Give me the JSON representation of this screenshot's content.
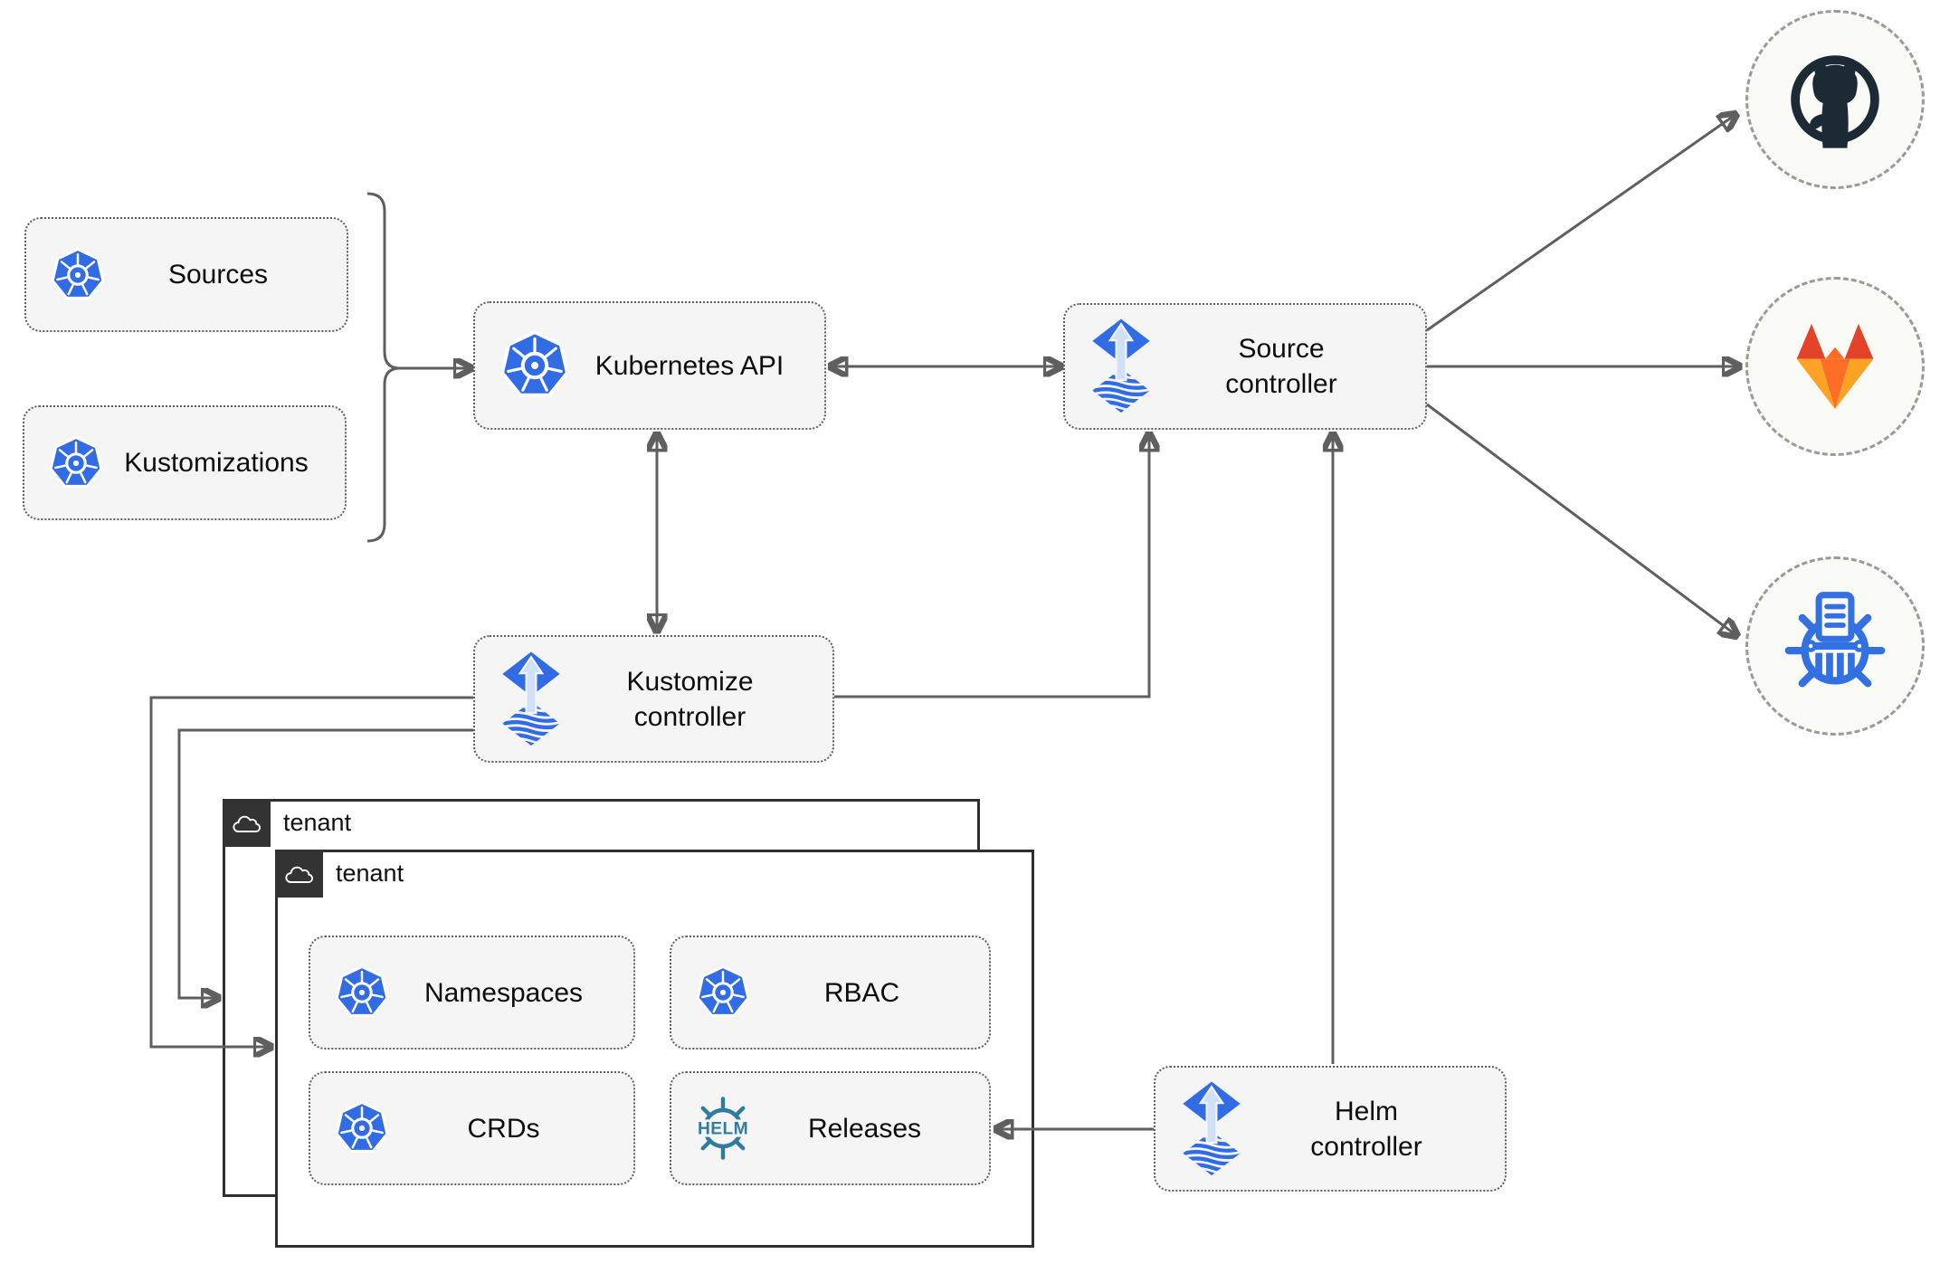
{
  "nodes": {
    "sources": {
      "label": "Sources",
      "icon": "kubernetes"
    },
    "kustomizations": {
      "label": "Kustomizations",
      "icon": "kubernetes"
    },
    "kubernetes_api": {
      "label": "Kubernetes API",
      "icon": "kubernetes"
    },
    "source_controller": {
      "label": "Source\ncontroller",
      "icon": "flux"
    },
    "kustomize_controller": {
      "label": "Kustomize\ncontroller",
      "icon": "flux"
    },
    "helm_controller": {
      "label": "Helm\ncontroller",
      "icon": "flux"
    },
    "namespaces": {
      "label": "Namespaces",
      "icon": "kubernetes"
    },
    "rbac": {
      "label": "RBAC",
      "icon": "kubernetes"
    },
    "crds": {
      "label": "CRDs",
      "icon": "kubernetes"
    },
    "releases": {
      "label": "Releases",
      "icon": "helm"
    }
  },
  "tenants": [
    {
      "label": "tenant",
      "icon": "cloud"
    },
    {
      "label": "tenant",
      "icon": "cloud"
    }
  ],
  "remotes": [
    {
      "name": "github",
      "icon": "github-octocat"
    },
    {
      "name": "gitlab",
      "icon": "gitlab-tanuki"
    },
    {
      "name": "chartmuseum",
      "icon": "chartmuseum-wheel"
    }
  ],
  "helm_logo_text": "HELM",
  "icon_names": {
    "kubernetes": "kubernetes-wheel-icon",
    "flux": "flux-diamond-arrow-icon",
    "helm": "helm-wheel-icon",
    "cloud": "cloud-icon"
  },
  "colors": {
    "kubernetes_blue": "#326CE5",
    "flux_blue": "#316CE4",
    "flux_arrow_light": "#CFE0F7",
    "helm_teal": "#2E7C9F",
    "github_dark": "#1B2A34",
    "gitlab_red_orange": "#E24329",
    "gitlab_orange": "#FC6D26",
    "gitlab_light_orange": "#FCA326",
    "chartmuseum_blue": "#3371E3",
    "connector_gray": "#5F5F5F",
    "node_fill": "#F5F5F5",
    "node_border": "#5E5E5E",
    "tenant_border": "#303030",
    "tenant_badge_bg": "#333333",
    "remote_fill": "#FAFAF6",
    "remote_border": "#9A9A9A"
  }
}
